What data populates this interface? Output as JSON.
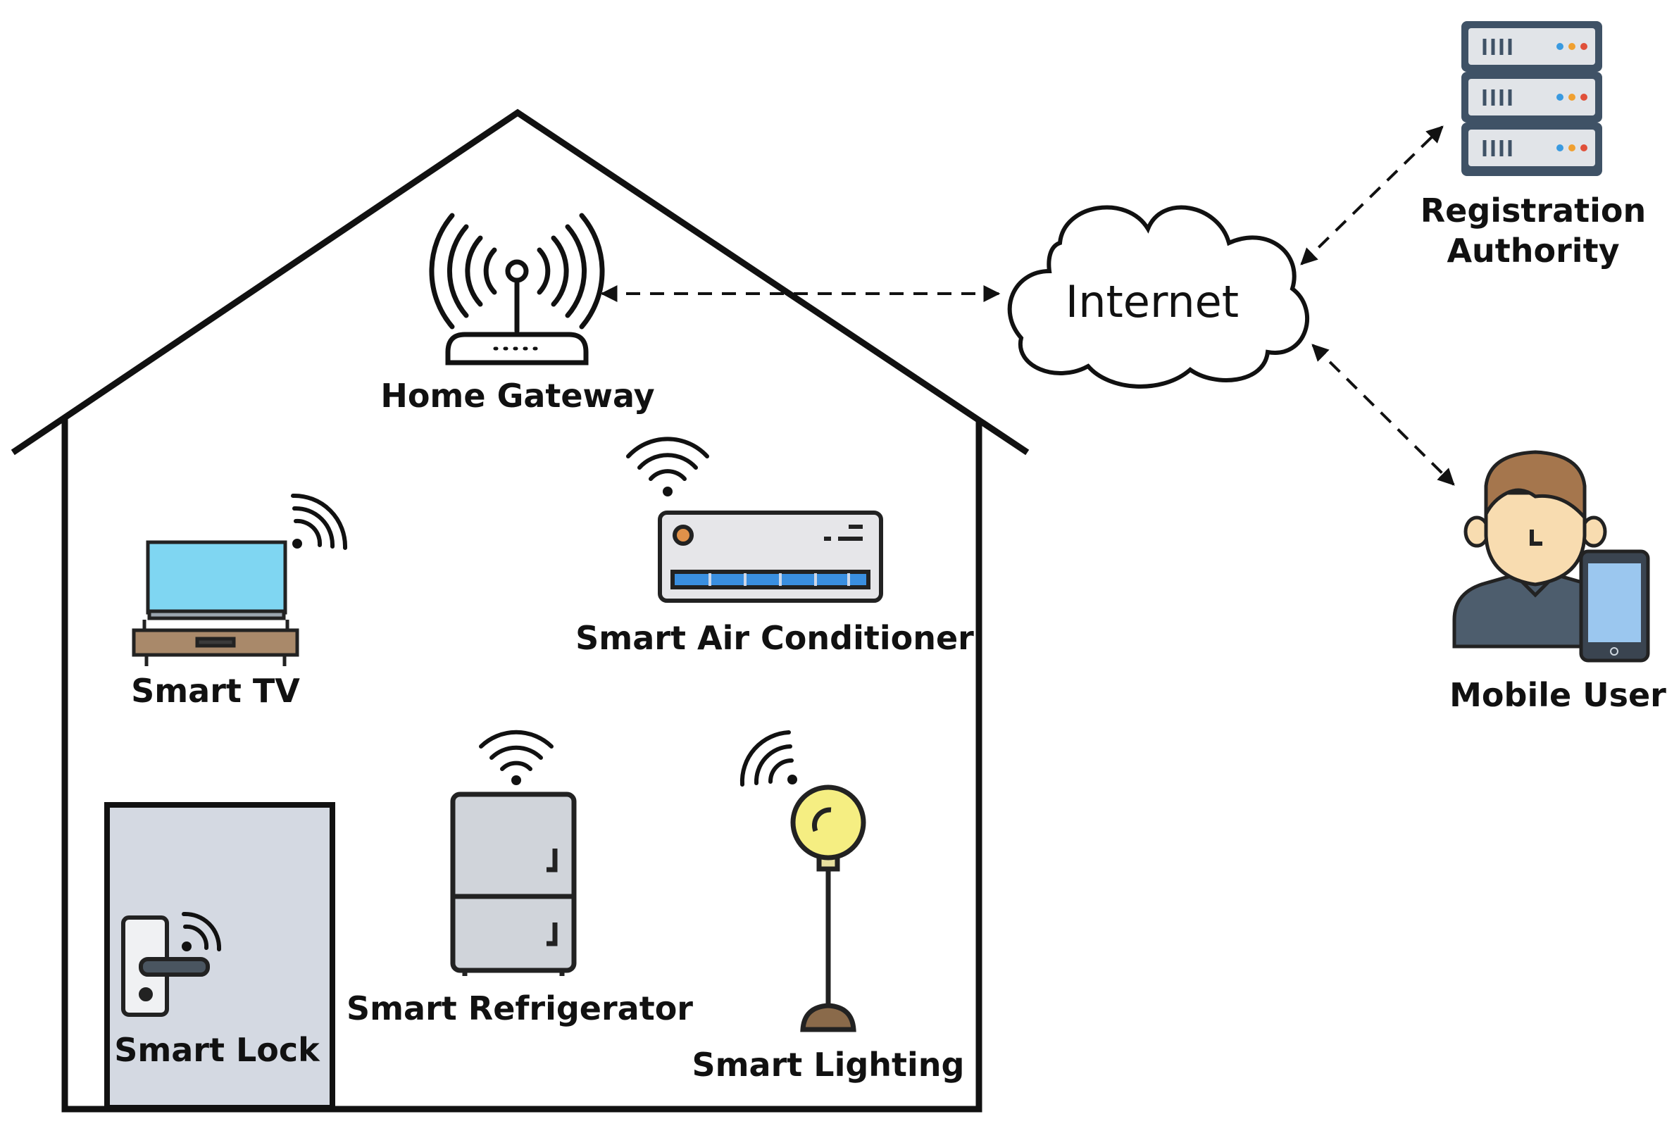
{
  "labels": {
    "home_gateway": "Home Gateway",
    "internet": "Internet",
    "registration_authority_line1": "Registration",
    "registration_authority_line2": "Authority",
    "mobile_user": "Mobile User",
    "smart_tv": "Smart TV",
    "smart_air_conditioner": "Smart Air Conditioner",
    "smart_lock": "Smart Lock",
    "smart_refrigerator": "Smart Refrigerator",
    "smart_lighting": "Smart Lighting"
  },
  "icons": {
    "home_gateway": "router-icon",
    "internet": "cloud-icon",
    "registration_authority": "server-icon",
    "mobile_user": "user-with-phone-icon",
    "smart_tv": "tv-icon",
    "smart_air_conditioner": "air-conditioner-icon",
    "smart_lock": "door-lock-icon",
    "smart_refrigerator": "refrigerator-icon",
    "smart_lighting": "lamp-icon"
  },
  "colors": {
    "line": "#111111",
    "tv_screen": "#7fd6f2",
    "tv_stand": "#a9896a",
    "ac_body": "#e6e6e9",
    "ac_vent": "#3a8fe0",
    "door": "#d4d9e2",
    "fridge": "#d0d4da",
    "lamp_bulb": "#f5ee82",
    "user_hair": "#a5764d",
    "user_skin": "#f8dcb0",
    "user_shirt": "#4d5d6d",
    "phone_screen": "#9bc7ef",
    "server_body": "#e1e4e8",
    "server_frame": "#3f5266"
  }
}
